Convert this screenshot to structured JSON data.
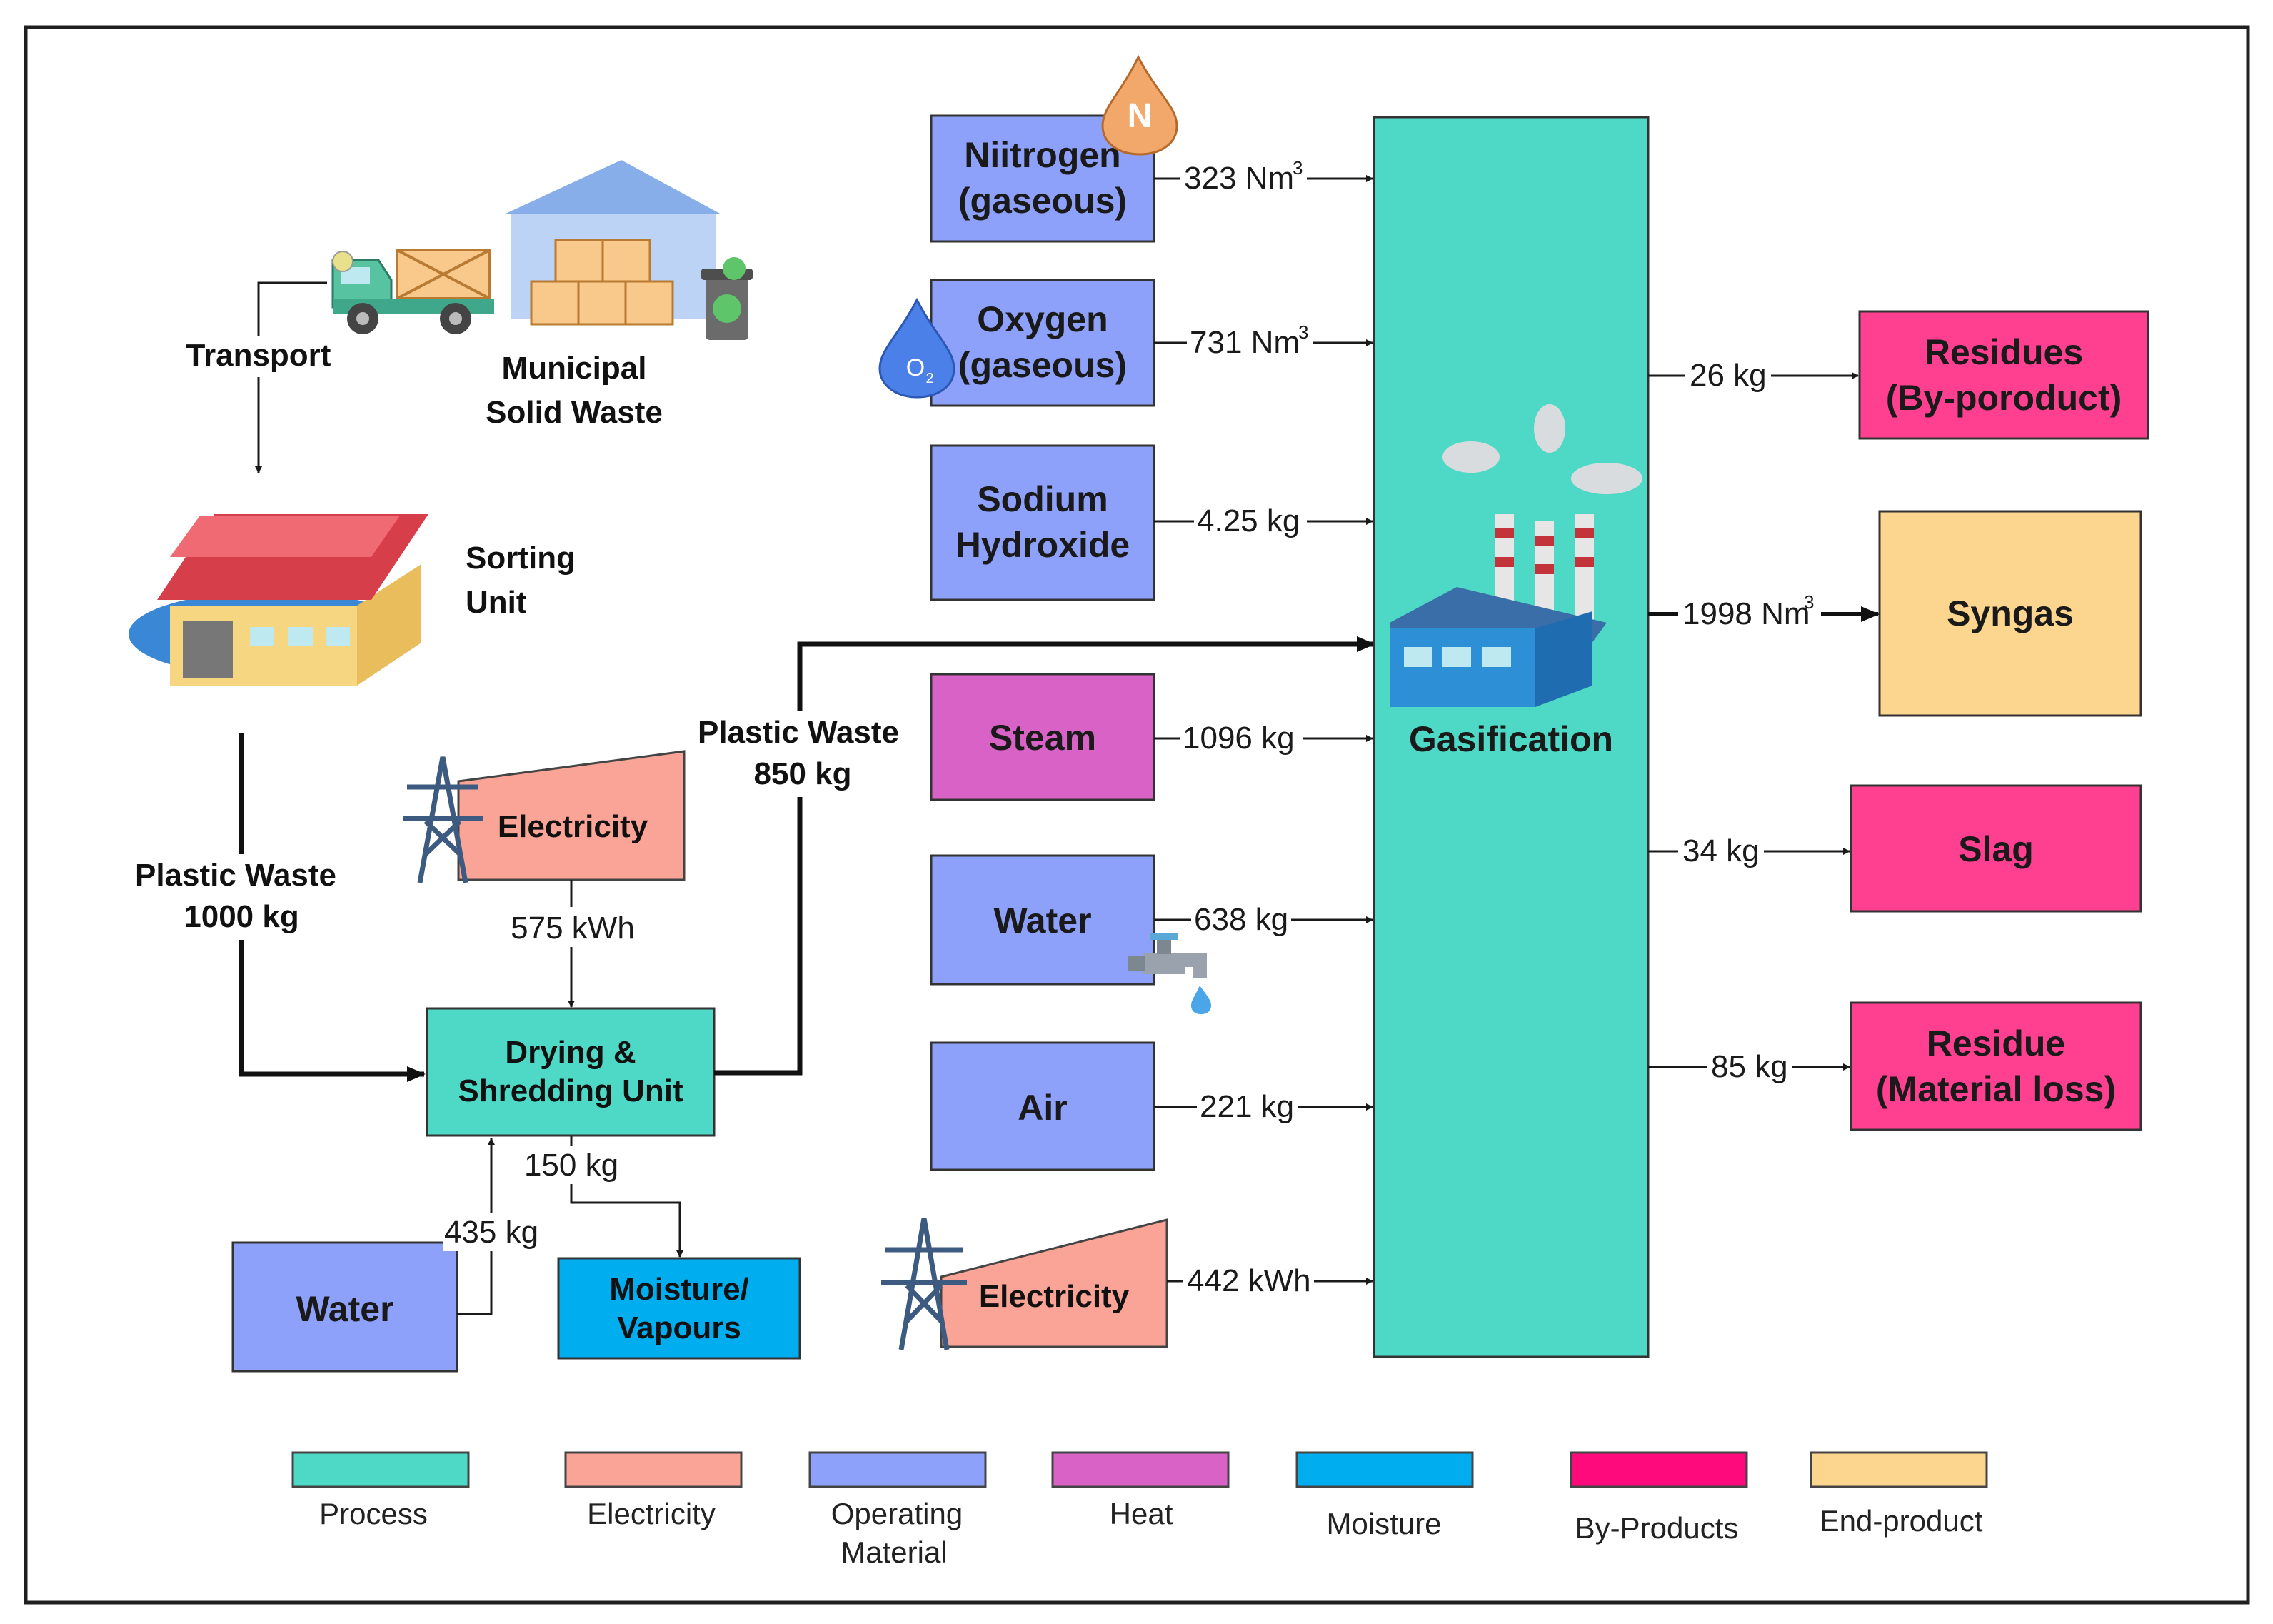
{
  "colors": {
    "process": "#4dd9c5",
    "electricity": "#f9a497",
    "operating_material": "#8da0fa",
    "heat": "#d862c6",
    "moisture": "#00aef0",
    "by_products": "#ff3f90",
    "end_product": "#fcd68e",
    "legend_by_products": "#ff0a7c",
    "border": "#1f1f1f"
  },
  "left_chain": {
    "transport_label": "Transport",
    "msw_label_line1": "Municipal",
    "msw_label_line2": "Solid Waste",
    "sorting_label_line1": "Sorting",
    "sorting_label_line2": "Unit",
    "plastic_in_line1": "Plastic Waste",
    "plastic_in_line2": "1000 kg",
    "electricity_label": "Electricity",
    "electricity_value": "575 kWh",
    "drying_line1": "Drying &",
    "drying_line2": "Shredding Unit",
    "plastic_out_line1": "Plastic Waste",
    "plastic_out_line2": "850 kg",
    "moisture_out_value": "150 kg",
    "water_in_value": "435 kg",
    "water_label": "Water",
    "moisture_line1": "Moisture/",
    "moisture_line2": "Vapours"
  },
  "gasifier_inputs": [
    {
      "line1": "Niitrogen",
      "line2": "(gaseous)",
      "value": "323 Nm",
      "sup": "3",
      "kind": "operating_material"
    },
    {
      "line1": "Oxygen",
      "line2": "(gaseous)",
      "value": "731 Nm",
      "sup": "3",
      "kind": "operating_material"
    },
    {
      "line1": "Sodium",
      "line2": "Hydroxide",
      "value": "4.25 kg",
      "sup": "",
      "kind": "operating_material"
    },
    {
      "line1": "Steam",
      "line2": "",
      "value": "1096 kg",
      "sup": "",
      "kind": "heat"
    },
    {
      "line1": "Water",
      "line2": "",
      "value": "638 kg",
      "sup": "",
      "kind": "operating_material"
    },
    {
      "line1": "Air",
      "line2": "",
      "value": "221 kg",
      "sup": "",
      "kind": "operating_material"
    },
    {
      "line1": "Electricity",
      "line2": "",
      "value": "442 kWh",
      "sup": "",
      "kind": "electricity"
    }
  ],
  "gasification_label": "Gasification",
  "gasifier_outputs": [
    {
      "line1": "Residues",
      "line2": "(By-poroduct)",
      "value": "26 kg",
      "sup": "",
      "kind": "by_products"
    },
    {
      "line1": "Syngas",
      "line2": "",
      "value": "1998 Nm",
      "sup": "3",
      "kind": "end_product"
    },
    {
      "line1": "Slag",
      "line2": "",
      "value": "34 kg",
      "sup": "",
      "kind": "by_products"
    },
    {
      "line1": "Residue",
      "line2": "(Material loss)",
      "value": "85 kg",
      "sup": "",
      "kind": "by_products"
    }
  ],
  "icon_letters": {
    "nitrogen_drop": "N",
    "oxygen_drop": "O",
    "oxygen_sub": "2"
  },
  "legend": [
    {
      "label": "Process",
      "label2": "",
      "kind": "process"
    },
    {
      "label": "Electricity",
      "label2": "",
      "kind": "electricity"
    },
    {
      "label": "Operating",
      "label2": "Material",
      "kind": "operating_material"
    },
    {
      "label": "Heat",
      "label2": "",
      "kind": "heat"
    },
    {
      "label": "Moisture",
      "label2": "",
      "kind": "moisture"
    },
    {
      "label": "By-Products",
      "label2": "",
      "kind": "legend_by_products"
    },
    {
      "label": "End-product",
      "label2": "",
      "kind": "end_product"
    }
  ]
}
